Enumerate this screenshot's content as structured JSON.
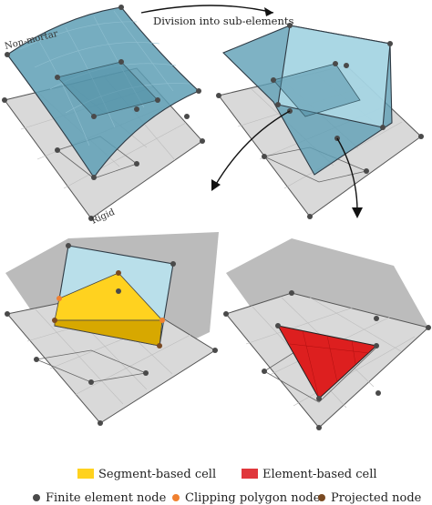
{
  "annotations": {
    "top_arrow_caption": "Division into sub-elements",
    "non_mortar_label": "Non-mortar",
    "rigid_label": "Rigid"
  },
  "legend": {
    "segment_cell": {
      "label": "Segment-based cell",
      "color": "#ffd21f"
    },
    "element_cell": {
      "label": "Element-based cell",
      "color": "#e0373c"
    },
    "finite_node": {
      "label": "Finite element node",
      "color": "#4a4a4a"
    },
    "clip_node": {
      "label": "Clipping polygon node",
      "color": "#f08030"
    },
    "proj_node": {
      "label": "Projected node",
      "color": "#7a4a22"
    }
  },
  "colors": {
    "nonmortar_fill": "#5e9fb5",
    "nonmortar_light": "#b9e3ef",
    "rigid_fill": "#d6d6d6",
    "shadow": "#9c9c9c",
    "segment_fill": "#ffd21f",
    "element_fill": "#dd1f1f"
  }
}
